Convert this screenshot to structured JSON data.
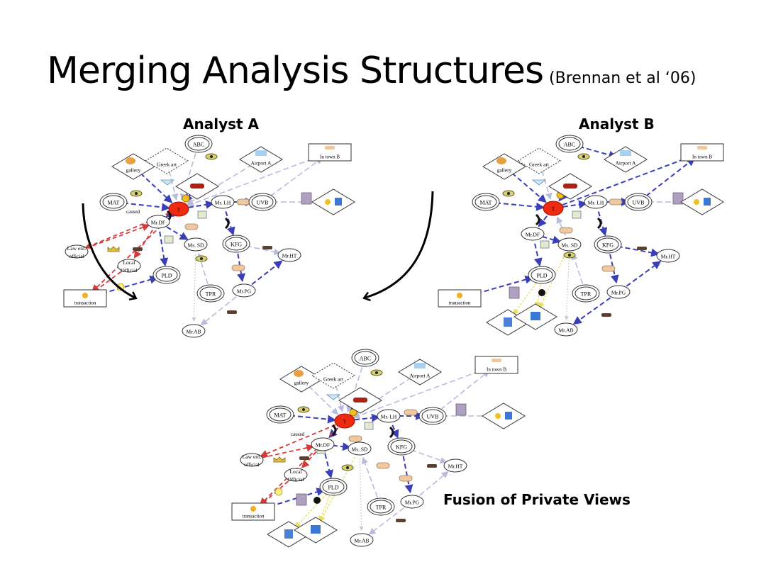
{
  "slide": {
    "title": "Merging Analysis Structures",
    "citation": "(Brennan et al ‘06)",
    "labels": {
      "analyst_a": "Analyst A",
      "analyst_b": "Analyst B",
      "fusion": "Fusion of Private Views"
    }
  },
  "colors": {
    "blue_edge": "#3a3fb8",
    "light_edge": "#b8bcdc",
    "red_edge": "#d43a3a",
    "yellow_edge": "#e8e060",
    "center_node": "#ee2a10",
    "grey_edge": "#c8c8c8"
  },
  "node_labels": {
    "ABC": "ABC",
    "airport": "Airport A",
    "intown": "In town B",
    "gallery": "gallery",
    "greek": "Greek art",
    "MAT": "MAT",
    "T": "T",
    "LH": "Mr. LH",
    "UVB": "UVB",
    "DF": "Mr.DF",
    "SD": "Ms. SD",
    "KFG": "KFG",
    "HT": "Mr.HT",
    "PLD": "PLD",
    "TPR": "TPR",
    "PG": "Mr.PG",
    "AB": "Mr.AB",
    "law": "Law enf. official",
    "local": "Local Official",
    "transaction": "transaction",
    "caused": "caused"
  },
  "graphs": {
    "analyst_a": {
      "nodes": [
        "ABC",
        "airport",
        "intown",
        "gallery",
        "greek",
        "MAT",
        "T",
        "car",
        "LH",
        "UVB",
        "bank",
        "DF",
        "SD",
        "KFG",
        "HT",
        "PLD",
        "TPR",
        "PG",
        "AB",
        "law",
        "local",
        "transaction"
      ],
      "edges": [
        [
          "gallery",
          "T",
          "blue"
        ],
        [
          "MAT",
          "T",
          "blue"
        ],
        [
          "greek",
          "T",
          "light"
        ],
        [
          "ABC",
          "T",
          "light"
        ],
        [
          "airport",
          "T",
          "light"
        ],
        [
          "intown",
          "T",
          "light"
        ],
        [
          "car",
          "T",
          "blue"
        ],
        [
          "T",
          "LH",
          "blue"
        ],
        [
          "LH",
          "UVB",
          "blue"
        ],
        [
          "UVB",
          "bank",
          "light"
        ],
        [
          "UVB",
          "intown",
          "light"
        ],
        [
          "T",
          "DF",
          "blue"
        ],
        [
          "DF",
          "SD",
          "blue"
        ],
        [
          "DF",
          "PLD",
          "blue"
        ],
        [
          "LH",
          "KFG",
          "blue"
        ],
        [
          "KFG",
          "PG",
          "blue"
        ],
        [
          "KFG",
          "HT",
          "light"
        ],
        [
          "PG",
          "HT",
          "blue"
        ],
        [
          "PG",
          "AB",
          "light"
        ],
        [
          "SD",
          "AB",
          "grey"
        ],
        [
          "TPR",
          "SD",
          "light"
        ],
        [
          "transaction",
          "PLD",
          "blue"
        ],
        [
          "law",
          "DF",
          "red"
        ],
        [
          "DF",
          "local",
          "red"
        ],
        [
          "local",
          "transaction",
          "red"
        ],
        [
          "T",
          "transaction",
          "red"
        ],
        [
          "T",
          "law",
          "red"
        ]
      ]
    },
    "analyst_b": {
      "nodes": [
        "ABC",
        "airport",
        "intown",
        "gallery",
        "greek",
        "MAT",
        "T",
        "car",
        "LH",
        "UVB",
        "bank",
        "DF",
        "SD",
        "KFG",
        "HT",
        "PLD",
        "TPR",
        "PG",
        "AB",
        "transaction",
        "truck",
        "bldg"
      ],
      "edges": [
        [
          "gallery",
          "T",
          "blue"
        ],
        [
          "MAT",
          "T",
          "blue"
        ],
        [
          "greek",
          "T",
          "light"
        ],
        [
          "ABC",
          "airport",
          "blue"
        ],
        [
          "T",
          "intown",
          "blue"
        ],
        [
          "car",
          "T",
          "blue"
        ],
        [
          "T",
          "LH",
          "blue"
        ],
        [
          "LH",
          "UVB",
          "blue"
        ],
        [
          "UVB",
          "bank",
          "light"
        ],
        [
          "UVB",
          "intown",
          "blue"
        ],
        [
          "T",
          "DF",
          "blue"
        ],
        [
          "DF",
          "SD",
          "blue"
        ],
        [
          "DF",
          "PLD",
          "blue"
        ],
        [
          "LH",
          "KFG",
          "blue"
        ],
        [
          "KFG",
          "PG",
          "blue"
        ],
        [
          "KFG",
          "HT",
          "blue"
        ],
        [
          "PG",
          "HT",
          "blue"
        ],
        [
          "PG",
          "AB",
          "blue"
        ],
        [
          "SD",
          "AB",
          "grey"
        ],
        [
          "TPR",
          "SD",
          "light"
        ],
        [
          "transaction",
          "PLD",
          "blue"
        ],
        [
          "PLD",
          "truck",
          "yellow"
        ],
        [
          "PLD",
          "bldg",
          "yellow"
        ],
        [
          "SD",
          "bldg",
          "yellow"
        ],
        [
          "SD",
          "T",
          "light"
        ]
      ]
    },
    "fusion": {
      "nodes": [
        "ABC",
        "airport",
        "intown",
        "gallery",
        "greek",
        "MAT",
        "T",
        "car",
        "LH",
        "UVB",
        "bank",
        "DF",
        "SD",
        "KFG",
        "HT",
        "PLD",
        "TPR",
        "PG",
        "AB",
        "law",
        "local",
        "transaction",
        "truck",
        "bldg"
      ],
      "edges": [
        [
          "gallery",
          "T",
          "light"
        ],
        [
          "MAT",
          "T",
          "blue"
        ],
        [
          "greek",
          "T",
          "light"
        ],
        [
          "ABC",
          "T",
          "light"
        ],
        [
          "airport",
          "T",
          "light"
        ],
        [
          "intown",
          "T",
          "light"
        ],
        [
          "car",
          "T",
          "blue"
        ],
        [
          "T",
          "LH",
          "blue"
        ],
        [
          "LH",
          "UVB",
          "blue"
        ],
        [
          "UVB",
          "bank",
          "light"
        ],
        [
          "UVB",
          "intown",
          "light"
        ],
        [
          "T",
          "DF",
          "blue"
        ],
        [
          "DF",
          "SD",
          "blue"
        ],
        [
          "DF",
          "PLD",
          "blue"
        ],
        [
          "LH",
          "KFG",
          "blue"
        ],
        [
          "KFG",
          "PG",
          "blue"
        ],
        [
          "KFG",
          "HT",
          "light"
        ],
        [
          "PG",
          "HT",
          "light"
        ],
        [
          "PG",
          "AB",
          "light"
        ],
        [
          "SD",
          "AB",
          "grey"
        ],
        [
          "TPR",
          "SD",
          "light"
        ],
        [
          "transaction",
          "PLD",
          "blue"
        ],
        [
          "law",
          "DF",
          "red"
        ],
        [
          "DF",
          "local",
          "red"
        ],
        [
          "local",
          "transaction",
          "red"
        ],
        [
          "T",
          "transaction",
          "red"
        ],
        [
          "T",
          "law",
          "red"
        ],
        [
          "PLD",
          "truck",
          "yellow"
        ],
        [
          "PLD",
          "bldg",
          "yellow"
        ],
        [
          "SD",
          "bldg",
          "yellow"
        ]
      ]
    }
  }
}
